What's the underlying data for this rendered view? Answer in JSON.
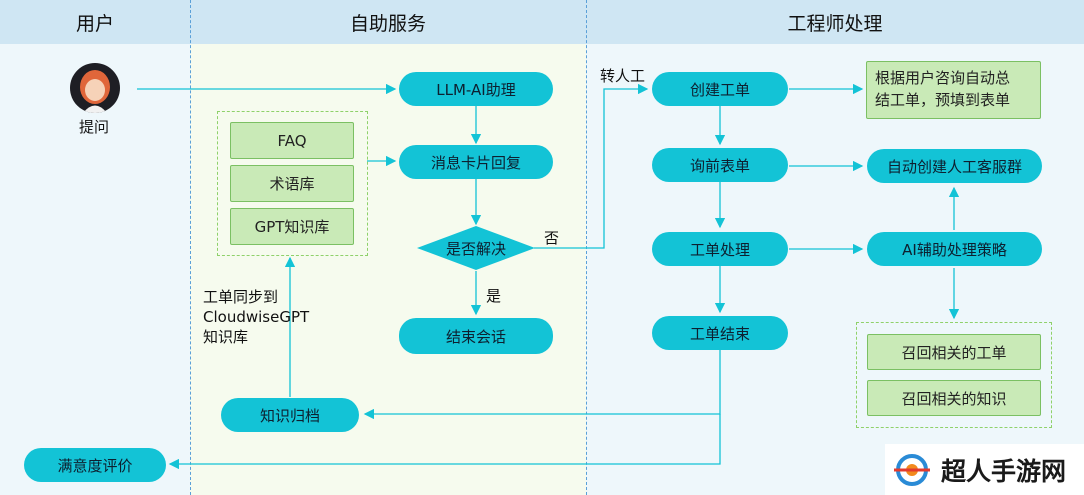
{
  "lanes": {
    "user": "用户",
    "self_service": "自助服务",
    "engineer": "工程师处理"
  },
  "user": {
    "label": "提问"
  },
  "self_service": {
    "llm_ai": "LLM-AI助理",
    "message_card": "消息卡片回复",
    "knowledge": [
      "FAQ",
      "术语库",
      "GPT知识库"
    ],
    "decision": "是否解决",
    "no_label": "否",
    "yes_label": "是",
    "end_session": "结束会话",
    "sync_note": [
      "工单同步到",
      "CloudwiseGPT",
      "知识库"
    ],
    "archive": "知识归档"
  },
  "satisfaction": "满意度评价",
  "engineer": {
    "transfer_label": "转人工",
    "create_ticket": "创建工单",
    "inquiry_form": "询前表单",
    "ticket_process": "工单处理",
    "ticket_end": "工单结束",
    "note_summary": [
      "根据用户咨询自动总",
      "结工单，预填到表单"
    ],
    "auto_group": "自动创建人工客服群",
    "ai_strategy": "AI辅助处理策略",
    "recall": [
      "召回相关的工单",
      "召回相关的知识"
    ]
  },
  "watermark": "超人手游网",
  "colors": {
    "pill": "#13c3d6",
    "green_box": "#c9eab7",
    "header": "#cfe6f3",
    "line": "#13c3d6"
  }
}
